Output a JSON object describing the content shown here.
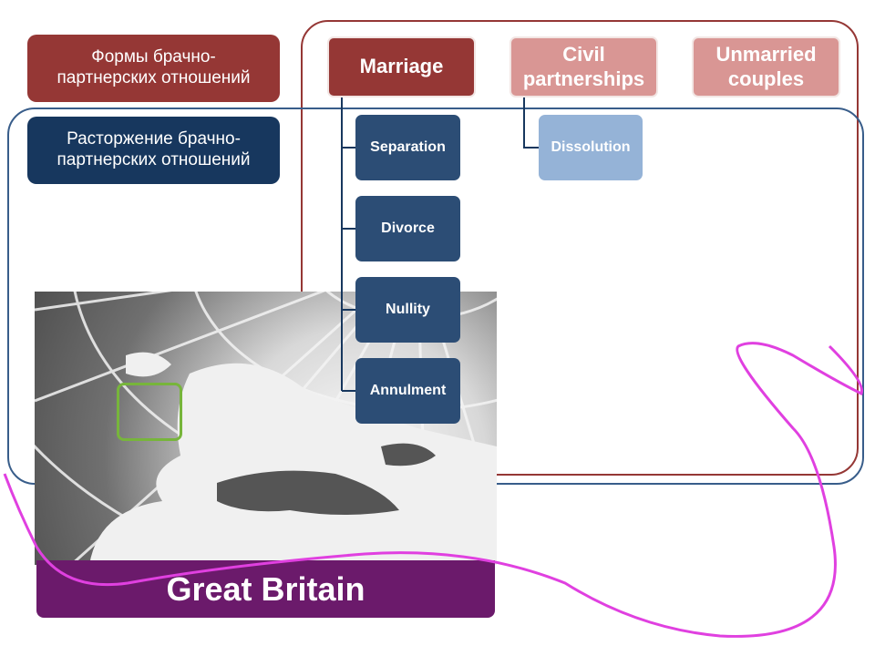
{
  "legend": {
    "forms_label": "Формы брачно-партнерских отношений",
    "dissolution_label": "Расторжение брачно-партнерских отношений"
  },
  "forms": [
    {
      "label": "Marriage",
      "color": "#953735"
    },
    {
      "label": "Civil partnerships",
      "color": "#d99694"
    },
    {
      "label": "Unmarried couples",
      "color": "#d99694"
    }
  ],
  "marriage_dissolution": [
    "Separation",
    "Divorce",
    "Nullity",
    "Annulment"
  ],
  "civil_dissolution": [
    "Dissolution"
  ],
  "map": {
    "caption": "Great Britain",
    "highlight_color": "#77b53b",
    "caption_color": "#6b1a6b"
  },
  "colors": {
    "red": "#953735",
    "navy": "#17375e",
    "blue": "#2c4d75",
    "light_blue": "#95b3d7",
    "magenta": "#e040e0"
  }
}
